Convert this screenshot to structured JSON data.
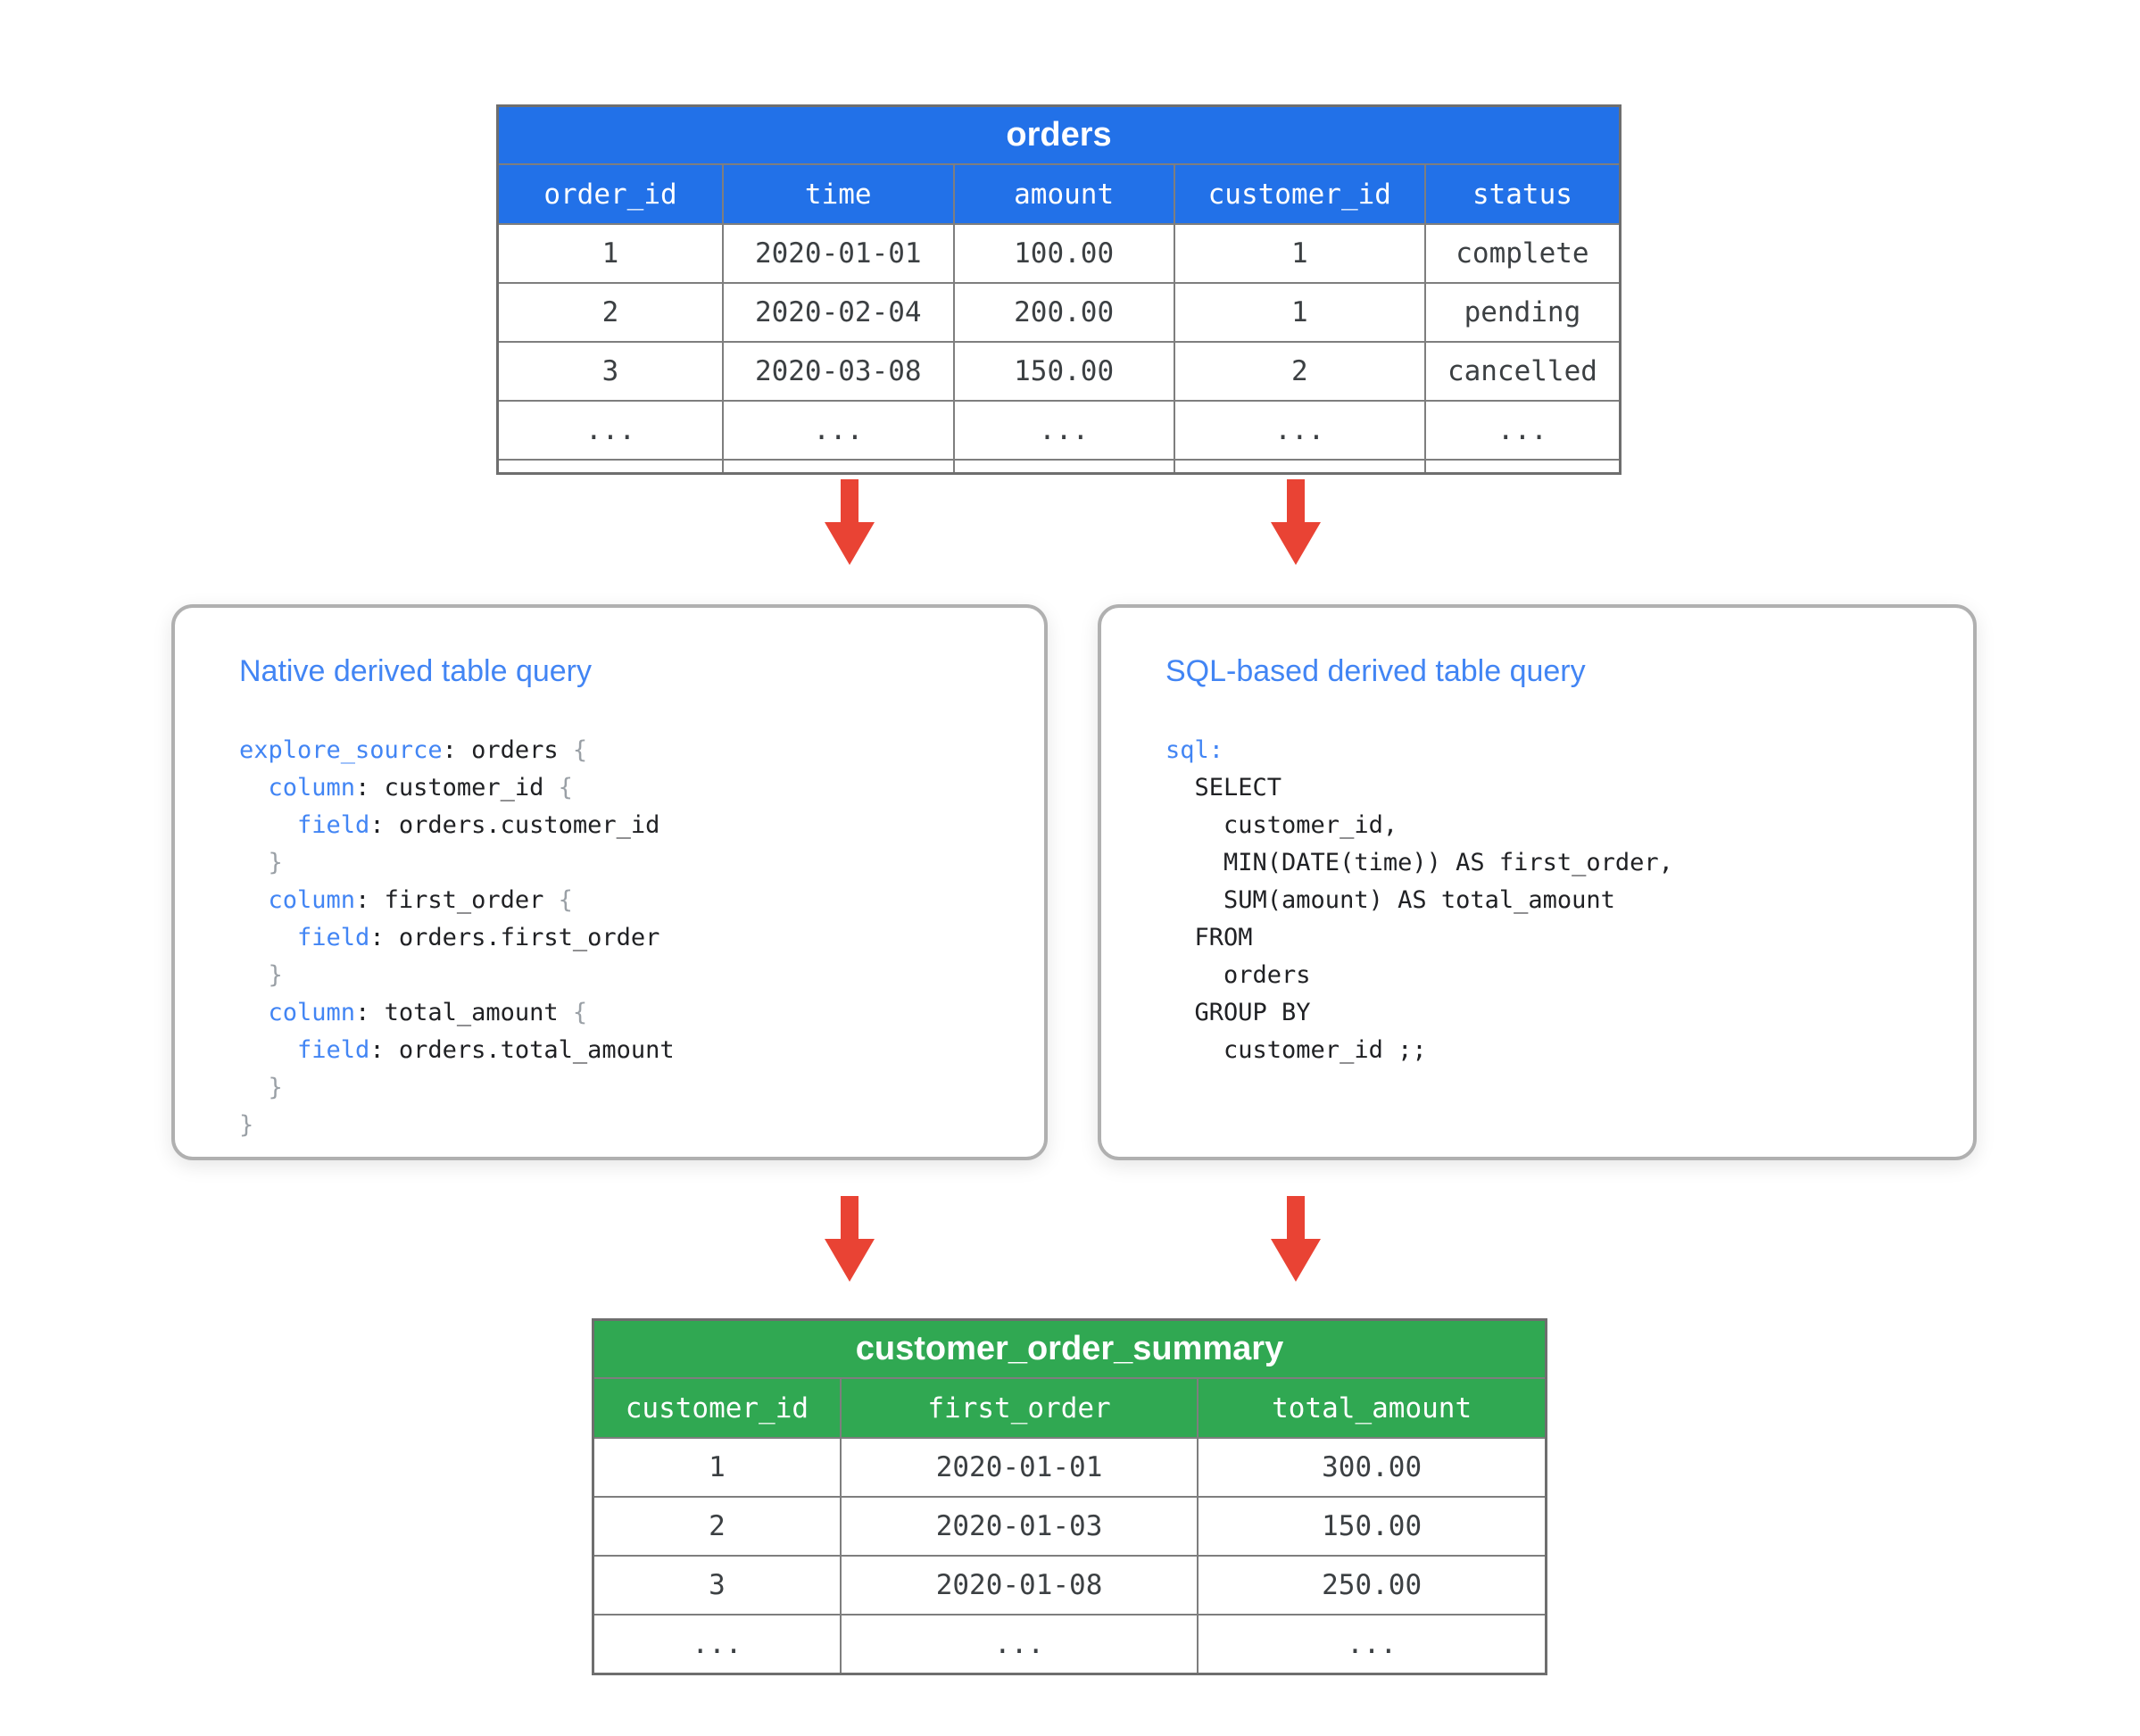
{
  "colors": {
    "blue_header": "#2271E8",
    "green_header": "#30A852",
    "arrow_red": "#E94334",
    "title_blue": "#4285F4",
    "keyword_blue": "#4285F4",
    "brace_gray": "#9AA0A6",
    "code_dark": "#202124",
    "border_gray": "#6E6E6E"
  },
  "orders_table": {
    "title": "orders",
    "headers": [
      "order_id",
      "time",
      "amount",
      "customer_id",
      "status"
    ],
    "rows": [
      [
        "1",
        "2020-01-01",
        "100.00",
        "1",
        "complete"
      ],
      [
        "2",
        "2020-02-04",
        "200.00",
        "1",
        "pending"
      ],
      [
        "3",
        "2020-03-08",
        "150.00",
        "2",
        "cancelled"
      ],
      [
        "...",
        "...",
        "...",
        "...",
        "..."
      ],
      [
        "",
        "",
        "",
        "",
        ""
      ]
    ]
  },
  "native_box": {
    "title": "Native derived table query",
    "code": [
      [
        {
          "t": "explore_source",
          "c": "kw"
        },
        {
          "t": ": orders ",
          "c": "pl"
        },
        {
          "t": "{",
          "c": "br"
        }
      ],
      [
        {
          "t": "  ",
          "c": "pl"
        },
        {
          "t": "column",
          "c": "kw"
        },
        {
          "t": ": customer_id ",
          "c": "pl"
        },
        {
          "t": "{",
          "c": "br"
        }
      ],
      [
        {
          "t": "    ",
          "c": "pl"
        },
        {
          "t": "field",
          "c": "kw"
        },
        {
          "t": ": orders.customer_id",
          "c": "pl"
        }
      ],
      [
        {
          "t": "  ",
          "c": "pl"
        },
        {
          "t": "}",
          "c": "br"
        }
      ],
      [
        {
          "t": "  ",
          "c": "pl"
        },
        {
          "t": "column",
          "c": "kw"
        },
        {
          "t": ": first_order ",
          "c": "pl"
        },
        {
          "t": "{",
          "c": "br"
        }
      ],
      [
        {
          "t": "    ",
          "c": "pl"
        },
        {
          "t": "field",
          "c": "kw"
        },
        {
          "t": ": orders.first_order",
          "c": "pl"
        }
      ],
      [
        {
          "t": "  ",
          "c": "pl"
        },
        {
          "t": "}",
          "c": "br"
        }
      ],
      [
        {
          "t": "  ",
          "c": "pl"
        },
        {
          "t": "column",
          "c": "kw"
        },
        {
          "t": ": total_amount ",
          "c": "pl"
        },
        {
          "t": "{",
          "c": "br"
        }
      ],
      [
        {
          "t": "    ",
          "c": "pl"
        },
        {
          "t": "field",
          "c": "kw"
        },
        {
          "t": ": orders.total_amount",
          "c": "pl"
        }
      ],
      [
        {
          "t": "  ",
          "c": "pl"
        },
        {
          "t": "}",
          "c": "br"
        }
      ],
      [
        {
          "t": "}",
          "c": "br"
        }
      ]
    ]
  },
  "sql_box": {
    "title": "SQL-based derived table query",
    "code": [
      [
        {
          "t": "sql:",
          "c": "kw"
        }
      ],
      [
        {
          "t": "  SELECT",
          "c": "pl"
        }
      ],
      [
        {
          "t": "    customer_id,",
          "c": "pl"
        }
      ],
      [
        {
          "t": "    MIN(DATE(time)) AS first_order,",
          "c": "pl"
        }
      ],
      [
        {
          "t": "    SUM(amount) AS total_amount",
          "c": "pl"
        }
      ],
      [
        {
          "t": "  FROM",
          "c": "pl"
        }
      ],
      [
        {
          "t": "    orders",
          "c": "pl"
        }
      ],
      [
        {
          "t": "  GROUP BY",
          "c": "pl"
        }
      ],
      [
        {
          "t": "    customer_id ;;",
          "c": "pl"
        }
      ]
    ]
  },
  "summary_table": {
    "title": "customer_order_summary",
    "headers": [
      "customer_id",
      "first_order",
      "total_amount"
    ],
    "rows": [
      [
        "1",
        "2020-01-01",
        "300.00"
      ],
      [
        "2",
        "2020-01-03",
        "150.00"
      ],
      [
        "3",
        "2020-01-08",
        "250.00"
      ],
      [
        "...",
        "...",
        "..."
      ]
    ]
  },
  "arrows": {
    "icon": "down-arrow",
    "count": 4
  }
}
